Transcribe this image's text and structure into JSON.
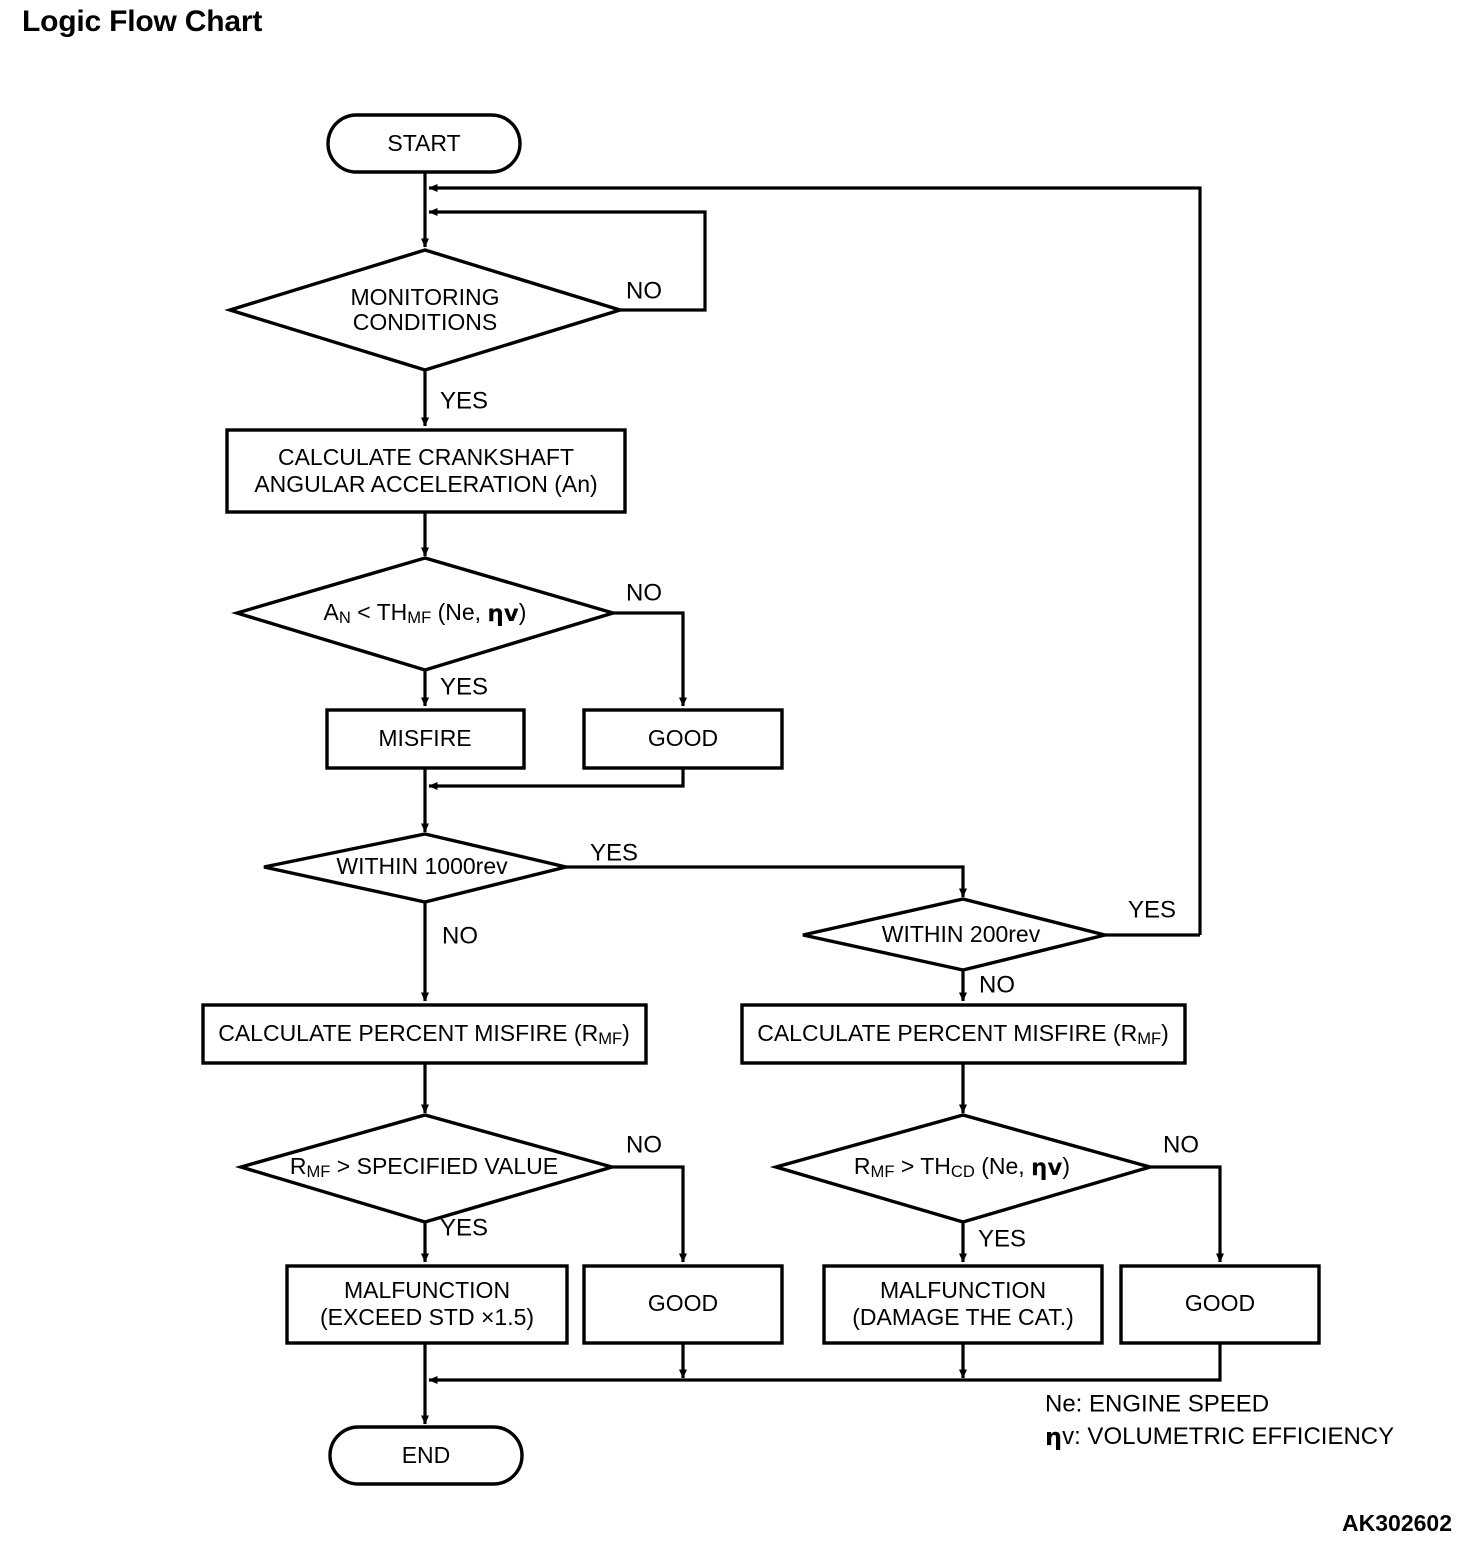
{
  "page": {
    "title": "Logic Flow Chart",
    "watermark": "AK302602"
  },
  "legend": {
    "line1": "Ne: ENGINE SPEED",
    "line2_symbol": "η",
    "line2_rest": "v: VOLUMETRIC EFFICIENCY"
  },
  "nodes": {
    "start": {
      "label": "START",
      "shape": "terminator"
    },
    "monitoring": {
      "line1": "MONITORING",
      "line2": "CONDITIONS",
      "shape": "decision"
    },
    "calc_crank": {
      "line1": "CALCULATE CRANKSHAFT",
      "line2": "ANGULAR ACCELERATION (An)",
      "shape": "process"
    },
    "an_th": {
      "prefix": "A",
      "sub1": "N",
      "mid": " < TH",
      "sub2": "MF",
      "suffix": " (Ne, ",
      "eta": "ηv",
      "close": ")",
      "shape": "decision"
    },
    "misfire": {
      "label": "MISFIRE",
      "shape": "process"
    },
    "good_upper": {
      "label": "GOOD",
      "shape": "process"
    },
    "within_1000": {
      "label": "WITHIN 1000rev",
      "shape": "decision"
    },
    "within_200": {
      "label": "WITHIN 200rev",
      "shape": "decision"
    },
    "calc_pct_left": {
      "prefix": "CALCULATE PERCENT MISFIRE (R",
      "sub": "MF",
      "suffix": ")",
      "shape": "process"
    },
    "calc_pct_right": {
      "prefix": "CALCULATE PERCENT MISFIRE (R",
      "sub": "MF",
      "suffix": ")",
      "shape": "process"
    },
    "rmf_spec": {
      "prefix": "R",
      "sub": "MF",
      "suffix": " > SPECIFIED VALUE",
      "shape": "decision"
    },
    "rmf_thcd": {
      "prefix": "R",
      "sub1": "MF",
      "mid": " > TH",
      "sub2": "CD",
      "suffix": " (Ne, ",
      "eta": "ηv",
      "close": ")",
      "shape": "decision"
    },
    "malfunction_std": {
      "line1": "MALFUNCTION",
      "line2": "(EXCEED STD  ×1.5)",
      "shape": "process"
    },
    "good_lower_left": {
      "label": "GOOD",
      "shape": "process"
    },
    "malfunction_cat": {
      "line1": "MALFUNCTION",
      "line2": "(DAMAGE THE CAT.)",
      "shape": "process"
    },
    "good_lower_right": {
      "label": "GOOD",
      "shape": "process"
    },
    "end": {
      "label": "END",
      "shape": "terminator"
    }
  },
  "branches": {
    "monitoring_no": "NO",
    "monitoring_yes": "YES",
    "an_th_no": "NO",
    "an_th_yes": "YES",
    "within_1000_yes": "YES",
    "within_1000_no": "NO",
    "within_200_yes": "YES",
    "within_200_no": "NO",
    "rmf_spec_no": "NO",
    "rmf_spec_yes": "YES",
    "rmf_thcd_no": "NO",
    "rmf_thcd_yes": "YES"
  },
  "colors": {
    "stroke": "#000000",
    "background": "#ffffff",
    "text": "#000000"
  }
}
